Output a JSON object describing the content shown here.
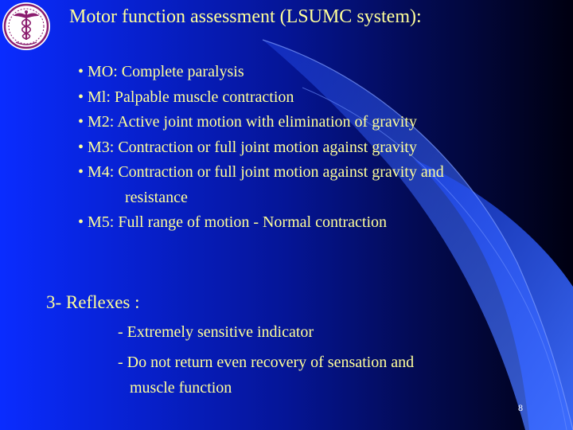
{
  "title": "Motor function assessment (LSUMC system):",
  "grades": [
    {
      "text": "• MO: Complete paralysis"
    },
    {
      "text": "• Ml: Palpable muscle contraction"
    },
    {
      "text": "• M2: Active joint motion with elimination of gravity"
    },
    {
      "text": "• M3: Contraction or full joint motion against gravity"
    },
    {
      "text": "• M4: Contraction or full joint motion against gravity and",
      "continuation": "resistance"
    },
    {
      "text": "• M5: Full range of motion - Normal contraction"
    }
  ],
  "reflexes": {
    "heading": "3- Reflexes :",
    "points": [
      {
        "text": "- Extremely sensitive indicator"
      },
      {
        "text": "- Do not return even recovery of sensation and",
        "continuation": "muscle function"
      }
    ]
  },
  "page_number": "8",
  "colors": {
    "text": "#ffff99",
    "background_left": "#0a2cff",
    "background_right": "#000010",
    "accent_curve": "#3d6dff"
  },
  "logo": {
    "icon": "medical-institute-emblem"
  }
}
